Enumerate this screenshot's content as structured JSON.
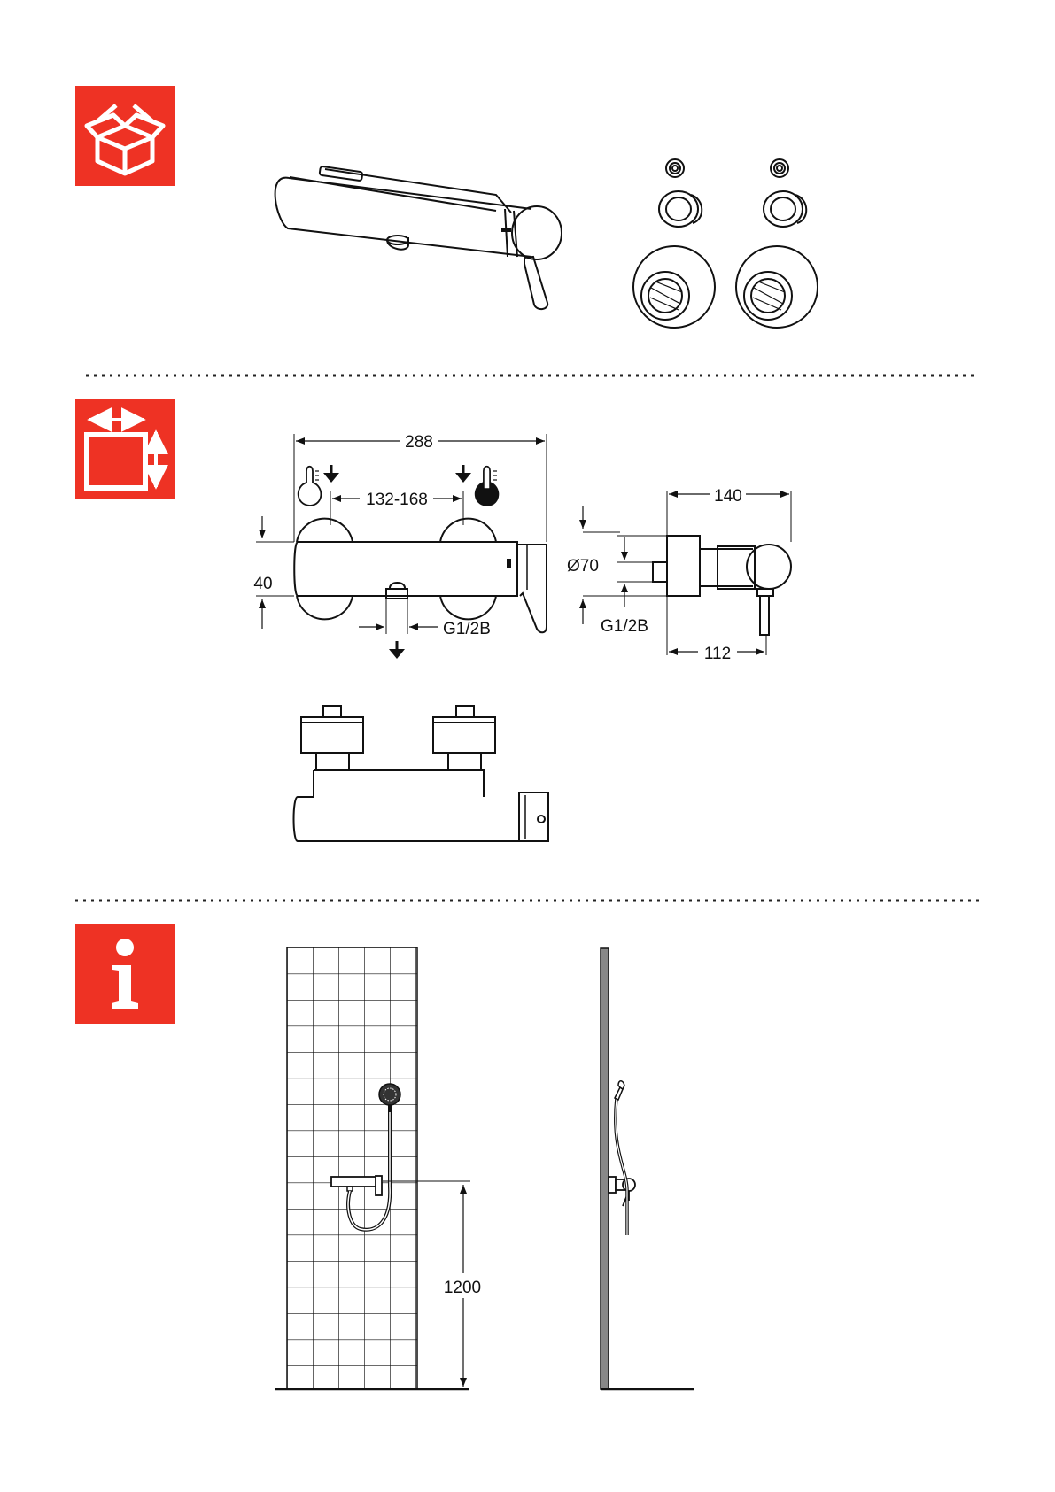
{
  "sections": {
    "contents": {
      "icon": "open-box-icon"
    },
    "dimensions": {
      "icon": "dimensions-square-icon"
    },
    "info": {
      "icon": "info-i-icon"
    }
  },
  "colors": {
    "icon_red": "#ee3224",
    "line": "#111111",
    "divider": "#222222"
  },
  "dimensions": {
    "overall_width": "288",
    "inlet_spacing": "132-168",
    "height": "40",
    "outlet_thread_front": "G1/2B",
    "rosette_diameter": "Ø70",
    "outlet_thread_side": "G1/2B",
    "depth": "140",
    "wall_to_outlet": "112"
  },
  "installation": {
    "mounting_height": "1200"
  }
}
